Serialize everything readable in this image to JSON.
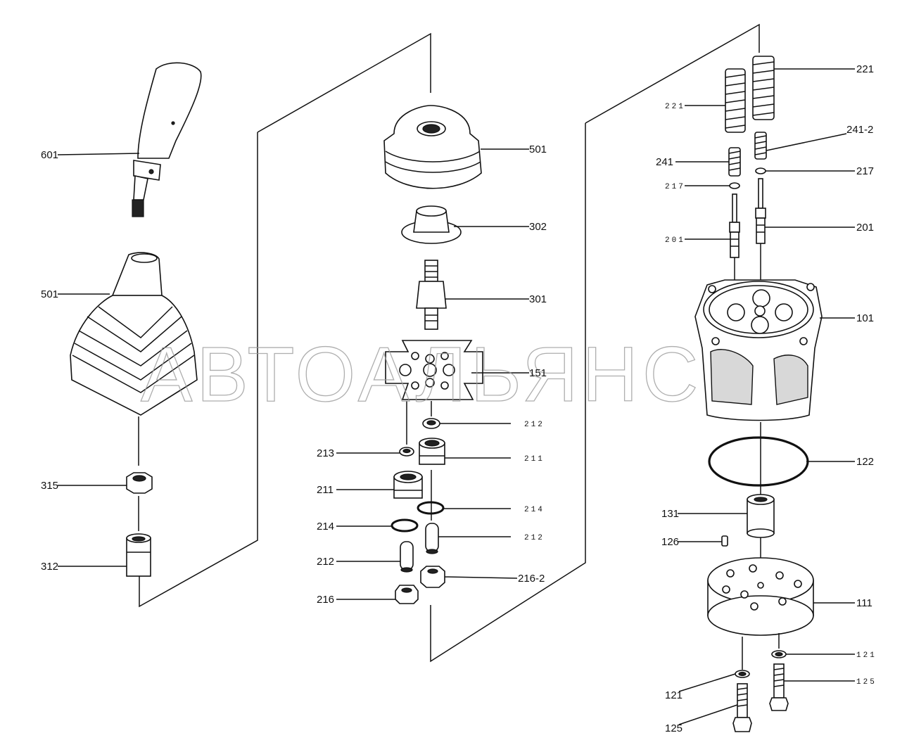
{
  "watermark": "АВТОАЛЬЯНС",
  "callouts": {
    "c601": "601",
    "c501_left": "501",
    "c315": "315",
    "c312": "312",
    "c501_mid": "501",
    "c302": "302",
    "c301": "301",
    "c151": "151",
    "c212_a": "212",
    "c213": "213",
    "c211_a": "211",
    "c211_b": "211",
    "c214_a": "214",
    "c214_b": "214",
    "c212_b": "212",
    "c212_c": "212",
    "c216_2": "216-2",
    "c216": "216",
    "c221_r": "221",
    "c221_l": "221",
    "c241_2": "241-2",
    "c241": "241",
    "c217_r": "217",
    "c217_l": "217",
    "c201_r": "201",
    "c201_l": "201",
    "c101": "101",
    "c122": "122",
    "c131": "131",
    "c126": "126",
    "c111": "111",
    "c121_r": "121",
    "c125_r": "125",
    "c121_l": "121",
    "c125_l": "125"
  }
}
